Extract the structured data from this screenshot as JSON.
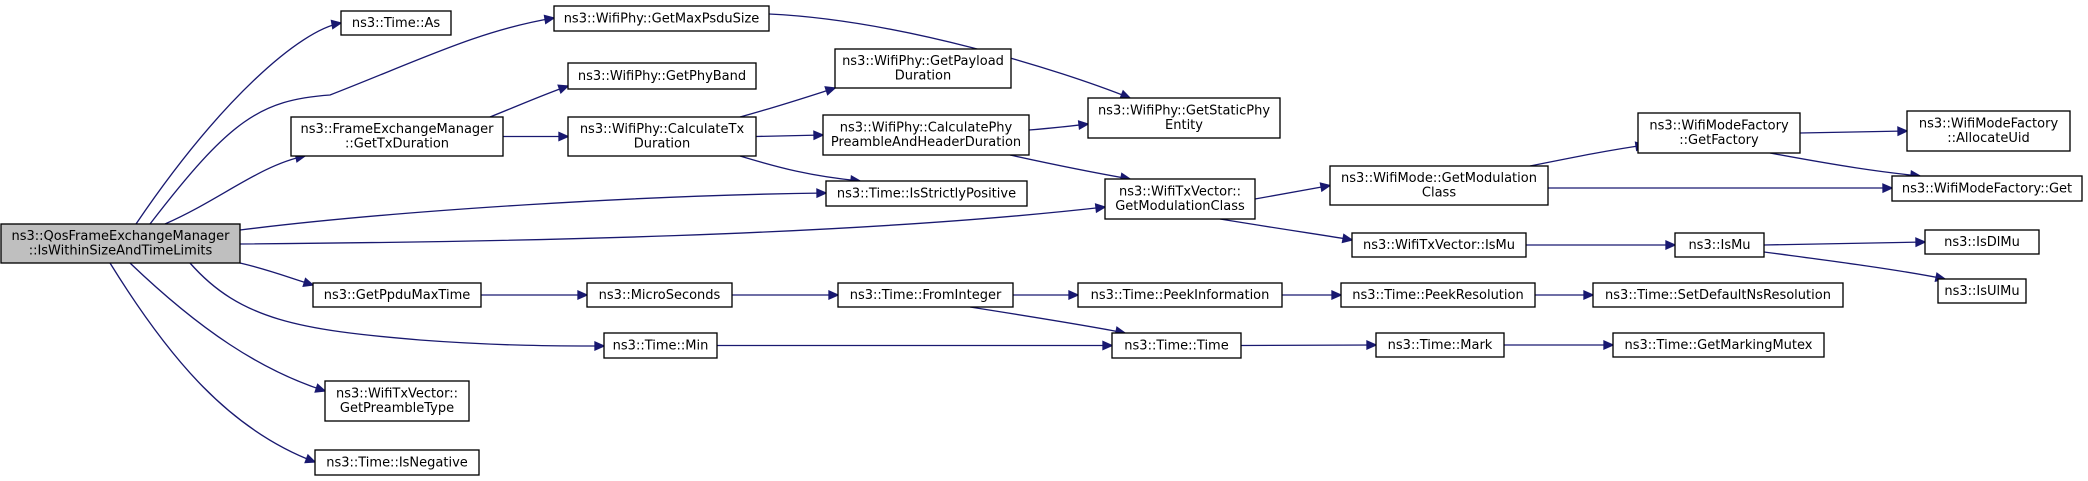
{
  "root": {
    "id": "root",
    "line1": "ns3::QosFrameExchangeManager",
    "line2": "::IsWithinSizeAndTimeLimits"
  },
  "nodes": [
    {
      "id": "time_as",
      "lines": [
        "ns3::Time::As"
      ]
    },
    {
      "id": "getmaxpsdusize",
      "lines": [
        "ns3::WifiPhy::GetMaxPsduSize"
      ]
    },
    {
      "id": "getphyband",
      "lines": [
        "ns3::WifiPhy::GetPhyBand"
      ]
    },
    {
      "id": "fem_gettxduration",
      "lines": [
        "ns3::FrameExchangeManager",
        "::GetTxDuration"
      ]
    },
    {
      "id": "getpayloadduration",
      "lines": [
        "ns3::WifiPhy::GetPayload",
        "Duration"
      ]
    },
    {
      "id": "calculatetxduration",
      "lines": [
        "ns3::WifiPhy::CalculateTx",
        "Duration"
      ]
    },
    {
      "id": "calcphypreamble",
      "lines": [
        "ns3::WifiPhy::CalculatePhy",
        "PreambleAndHeaderDuration"
      ]
    },
    {
      "id": "getstaticphyentity",
      "lines": [
        "ns3::WifiPhy::GetStaticPhy",
        "Entity"
      ]
    },
    {
      "id": "isstrictlypositive",
      "lines": [
        "ns3::Time::IsStrictlyPositive"
      ]
    },
    {
      "id": "getmodulationclass_tv",
      "lines": [
        "ns3::WifiTxVector::",
        "GetModulationClass"
      ]
    },
    {
      "id": "mode_getmodulationclass",
      "lines": [
        "ns3::WifiMode::GetModulation",
        "Class"
      ]
    },
    {
      "id": "getfactory",
      "lines": [
        "ns3::WifiModeFactory",
        "::GetFactory"
      ]
    },
    {
      "id": "allocateuid",
      "lines": [
        "ns3::WifiModeFactory",
        "::AllocateUid"
      ]
    },
    {
      "id": "factory_get",
      "lines": [
        "ns3::WifiModeFactory::Get"
      ]
    },
    {
      "id": "tv_ismu",
      "lines": [
        "ns3::WifiTxVector::IsMu"
      ]
    },
    {
      "id": "ismu",
      "lines": [
        "ns3::IsMu"
      ]
    },
    {
      "id": "isdlmu",
      "lines": [
        "ns3::IsDlMu"
      ]
    },
    {
      "id": "isulmu",
      "lines": [
        "ns3::IsUlMu"
      ]
    },
    {
      "id": "getppdumaxtime",
      "lines": [
        "ns3::GetPpduMaxTime"
      ]
    },
    {
      "id": "microseconds",
      "lines": [
        "ns3::MicroSeconds"
      ]
    },
    {
      "id": "frominteger",
      "lines": [
        "ns3::Time::FromInteger"
      ]
    },
    {
      "id": "peekinformation",
      "lines": [
        "ns3::Time::PeekInformation"
      ]
    },
    {
      "id": "peekresolution",
      "lines": [
        "ns3::Time::PeekResolution"
      ]
    },
    {
      "id": "setdefaultnsresolution",
      "lines": [
        "ns3::Time::SetDefaultNsResolution"
      ]
    },
    {
      "id": "time_min",
      "lines": [
        "ns3::Time::Min"
      ]
    },
    {
      "id": "time_time",
      "lines": [
        "ns3::Time::Time"
      ]
    },
    {
      "id": "time_mark",
      "lines": [
        "ns3::Time::Mark"
      ]
    },
    {
      "id": "getmarkingmutex",
      "lines": [
        "ns3::Time::GetMarkingMutex"
      ]
    },
    {
      "id": "getpreambletype",
      "lines": [
        "ns3::WifiTxVector::",
        "GetPreambleType"
      ]
    },
    {
      "id": "isnegative",
      "lines": [
        "ns3::Time::IsNegative"
      ]
    }
  ],
  "edges": [
    [
      "root",
      "time_as"
    ],
    [
      "root",
      "getmaxpsdusize"
    ],
    [
      "root",
      "fem_gettxduration"
    ],
    [
      "root",
      "isstrictlypositive"
    ],
    [
      "root",
      "getmodulationclass_tv"
    ],
    [
      "root",
      "getppdumaxtime"
    ],
    [
      "root",
      "time_min"
    ],
    [
      "root",
      "getpreambletype"
    ],
    [
      "root",
      "isnegative"
    ],
    [
      "getmaxpsdusize",
      "getstaticphyentity"
    ],
    [
      "fem_gettxduration",
      "getphyband"
    ],
    [
      "fem_gettxduration",
      "calculatetxduration"
    ],
    [
      "calculatetxduration",
      "getpayloadduration"
    ],
    [
      "calculatetxduration",
      "calcphypreamble"
    ],
    [
      "calculatetxduration",
      "isstrictlypositive"
    ],
    [
      "calcphypreamble",
      "getstaticphyentity"
    ],
    [
      "calcphypreamble",
      "getmodulationclass_tv"
    ],
    [
      "getmodulationclass_tv",
      "mode_getmodulationclass"
    ],
    [
      "getmodulationclass_tv",
      "tv_ismu"
    ],
    [
      "mode_getmodulationclass",
      "getfactory"
    ],
    [
      "mode_getmodulationclass",
      "factory_get"
    ],
    [
      "getfactory",
      "allocateuid"
    ],
    [
      "getfactory",
      "factory_get"
    ],
    [
      "tv_ismu",
      "ismu"
    ],
    [
      "ismu",
      "isdlmu"
    ],
    [
      "ismu",
      "isulmu"
    ],
    [
      "getppdumaxtime",
      "microseconds"
    ],
    [
      "microseconds",
      "frominteger"
    ],
    [
      "frominteger",
      "peekinformation"
    ],
    [
      "frominteger",
      "time_time"
    ],
    [
      "peekinformation",
      "peekresolution"
    ],
    [
      "peekresolution",
      "setdefaultnsresolution"
    ],
    [
      "time_min",
      "time_time"
    ],
    [
      "time_time",
      "time_mark"
    ],
    [
      "time_mark",
      "getmarkingmutex"
    ]
  ],
  "colors": {
    "edge": "#191970",
    "root_fill": "#bfbfbf",
    "node_fill": "#ffffff",
    "border": "#000000"
  }
}
